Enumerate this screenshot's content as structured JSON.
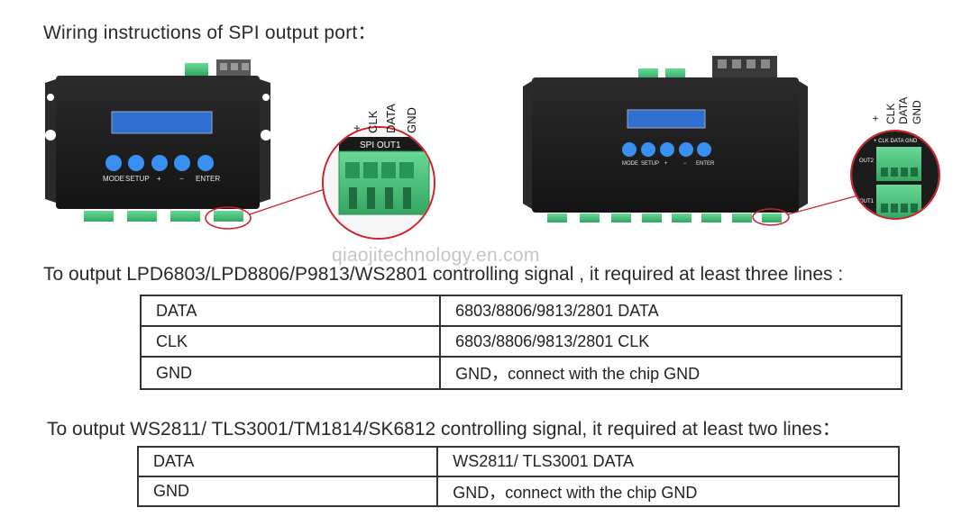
{
  "heading": "Wiring instructions of SPI output port：",
  "device_left": {
    "buttons": [
      "MODE",
      "SETUP",
      "+",
      "−",
      "ENTER"
    ],
    "zoom_header": "SPI OUT1",
    "pins": [
      "+",
      "CLK",
      "DATA",
      "GND"
    ]
  },
  "device_right": {
    "buttons": [
      "MODE",
      "SETUP",
      "+",
      "−",
      "ENTER"
    ],
    "zoom_header": "+ CLK DATA GND",
    "out_labels": [
      "OUT2",
      "OUT1"
    ],
    "pins": [
      "+",
      "CLK",
      "DATA",
      "GND"
    ]
  },
  "watermark": "qiaojitechnology.en.com",
  "section1": {
    "title": "To output LPD6803/LPD8806/P9813/WS2801 controlling signal , it required at least three lines :",
    "rows": [
      {
        "line": "DATA",
        "desc": "6803/8806/9813/2801 DATA"
      },
      {
        "line": "CLK",
        "desc": "6803/8806/9813/2801 CLK"
      },
      {
        "line": "GND",
        "desc": "GND，connect with the chip GND"
      }
    ]
  },
  "section2": {
    "title": "To output WS2811/ TLS3001/TM1814/SK6812 controlling signal, it required at least two lines：",
    "rows": [
      {
        "line": "DATA",
        "desc": "WS2811/ TLS3001 DATA"
      },
      {
        "line": "GND",
        "desc": "GND，connect with the chip GND"
      }
    ]
  },
  "colors": {
    "device_body": "#1e1e1e",
    "lcd": "#2f6fd0",
    "button": "#3a8ff2",
    "terminal_green": "#4cc27a",
    "highlight_red": "#d0202a"
  }
}
